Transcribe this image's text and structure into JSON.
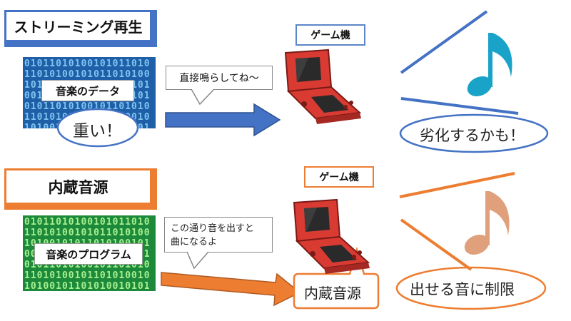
{
  "streaming": {
    "title": "ストリーミング再生",
    "data_label": "音楽のデータ",
    "speech": "直接鳴らしてね～",
    "device_label": "ゲーム機",
    "ellipse_left": "重い！",
    "ellipse_right": "劣化するかも！",
    "bits_text": "0101101010010101101010",
    "accent": "#4472c4",
    "note_color": "#1aa3c8"
  },
  "internal": {
    "title": "内蔵音源",
    "data_label": "音楽のプログラム",
    "speech_line1": "この通り音を出すと",
    "speech_line2": "曲になるよ",
    "device_label": "ゲーム機",
    "source_callout": "内蔵音源",
    "ellipse_right": "出せる音に制限",
    "bits_text": "0101101010010101101010",
    "accent": "#ed7d31",
    "note_color": "#e0a07c"
  }
}
